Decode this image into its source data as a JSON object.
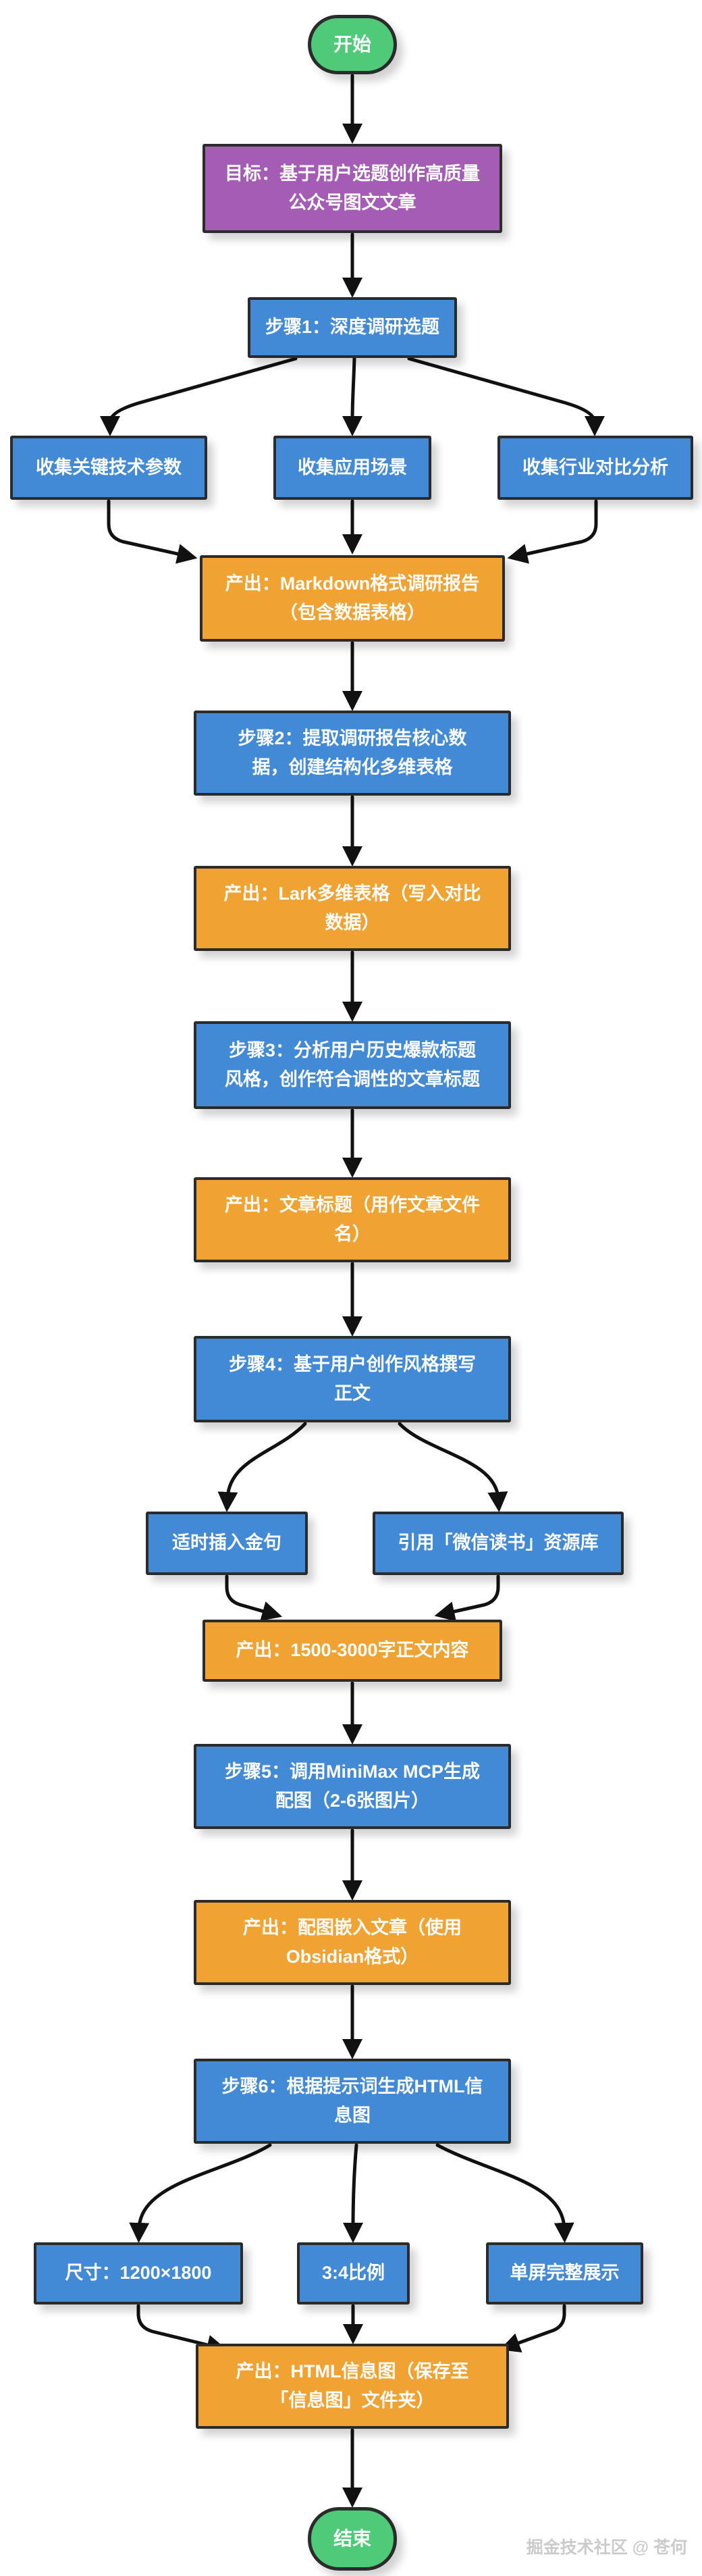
{
  "flow": {
    "start": {
      "label": "开始"
    },
    "goal": {
      "label": "目标：基于用户选题创作高质量\n公众号图文文章"
    },
    "step1": {
      "label": "步骤1：深度调研选题"
    },
    "step1_branches": [
      {
        "label": "收集关键技术参数"
      },
      {
        "label": "收集应用场景"
      },
      {
        "label": "收集行业对比分析"
      }
    ],
    "output1": {
      "label": "产出：Markdown格式调研报告\n（包含数据表格）"
    },
    "step2": {
      "label": "步骤2：提取调研报告核心数\n据，创建结构化多维表格"
    },
    "output2": {
      "label": "产出：Lark多维表格（写入对比\n数据）"
    },
    "step3": {
      "label": "步骤3：分析用户历史爆款标题\n风格，创作符合调性的文章标题"
    },
    "output3": {
      "label": "产出：文章标题（用作文章文件\n名）"
    },
    "step4": {
      "label": "步骤4：基于用户创作风格撰写\n正文"
    },
    "step4_branches": [
      {
        "label": "适时插入金句"
      },
      {
        "label": "引用「微信读书」资源库"
      }
    ],
    "output4": {
      "label": "产出：1500-3000字正文内容"
    },
    "step5": {
      "label": "步骤5：调用MiniMax MCP生成\n配图（2-6张图片）"
    },
    "output5": {
      "label": "产出：配图嵌入文章（使用\nObsidian格式）"
    },
    "step6": {
      "label": "步骤6：根据提示词生成HTML信\n息图"
    },
    "step6_branches": [
      {
        "label": "尺寸：1200×1800"
      },
      {
        "label": "3:4比例"
      },
      {
        "label": "单屏完整展示"
      }
    ],
    "output6": {
      "label": "产出：HTML信息图（保存至\n「信息图」文件夹）"
    },
    "end": {
      "label": "结束"
    }
  },
  "watermark": "掘金技术社区 @ 苍何",
  "colors": {
    "terminal": "#4FCA78",
    "goal": "#A45CB4",
    "step": "#4289D6",
    "output": "#F0A232",
    "border": "#2B2B2B",
    "arrow": "#111111",
    "watermark": "#CBCBCB",
    "background": "#FFFFFF"
  }
}
